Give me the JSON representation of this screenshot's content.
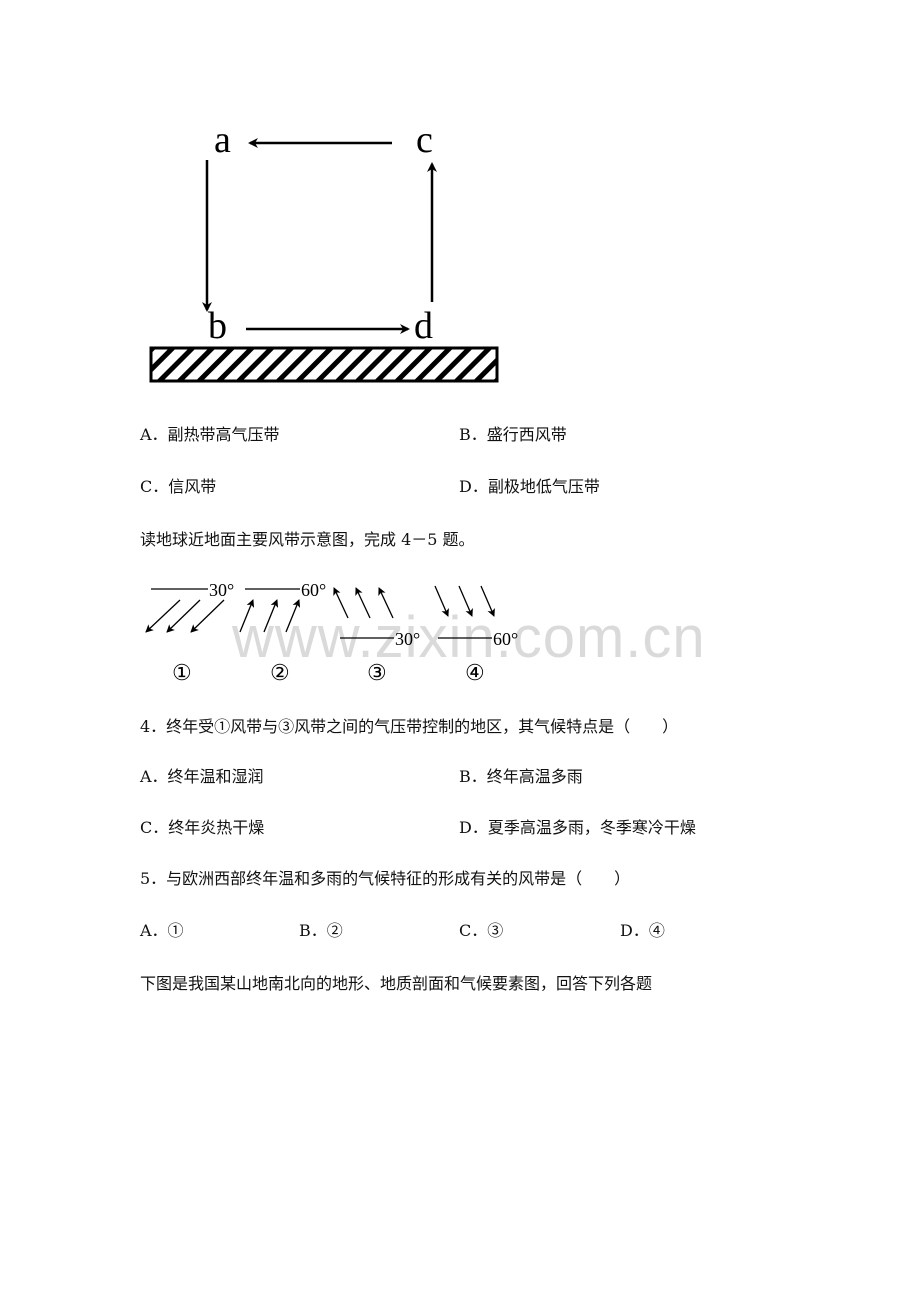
{
  "diagram1": {
    "labels": [
      "a",
      "b",
      "c",
      "d"
    ]
  },
  "q3_options": [
    {
      "label": "A．副热带高气压带"
    },
    {
      "label": "B．盛行西风带"
    },
    {
      "label": "C．信风带"
    },
    {
      "label": "D．副极地低气压带"
    }
  ],
  "intro_4_5": "读地球近地面主要风带示意图，完成 4－5 题。",
  "diagram2": {
    "panels": [
      {
        "num": "①",
        "lat": "30°"
      },
      {
        "num": "②",
        "lat": "60°"
      },
      {
        "num": "③",
        "lat": "30°"
      },
      {
        "num": "④",
        "lat": "60°"
      }
    ],
    "watermark": "www.zixin.com.cn"
  },
  "q4": {
    "stem": "4．终年受①风带与③风带之间的气压带控制的地区，其气候特点是（　　）",
    "options": [
      "A．终年温和湿润",
      "B．终年高温多雨",
      "C．终年炎热干燥",
      "D．夏季高温多雨，冬季寒冷干燥"
    ]
  },
  "q5": {
    "stem": "5．与欧洲西部终年温和多雨的气候特征的形成有关的风带是（　　）",
    "options": [
      "A．①",
      "B．②",
      "C．③",
      "D．④"
    ]
  },
  "intro_next": "下图是我国某山地南北向的地形、地质剖面和气候要素图，回答下列各题"
}
